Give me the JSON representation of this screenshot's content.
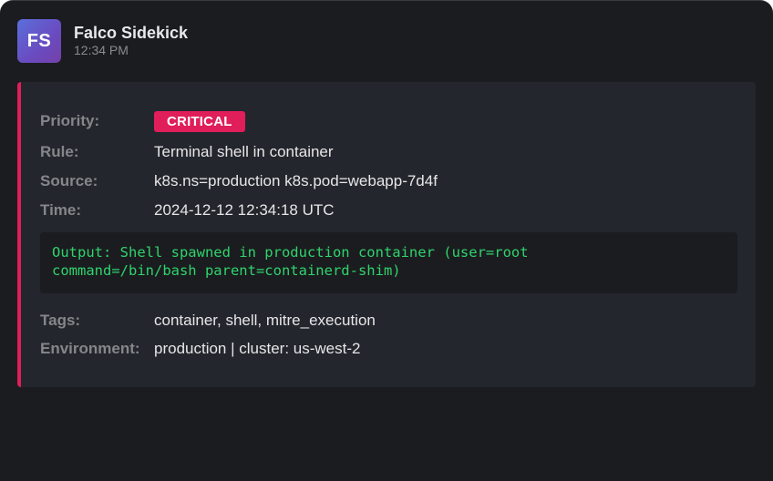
{
  "message": {
    "avatar_initials": "FS",
    "sender": "Falco Sidekick",
    "timestamp": "12:34 PM"
  },
  "alert": {
    "accent_color": "#e01e5a",
    "fields": {
      "priority": {
        "label": "Priority:",
        "value": "CRITICAL"
      },
      "rule": {
        "label": "Rule:",
        "value": "Terminal shell in container"
      },
      "source": {
        "label": "Source:",
        "value": "k8s.ns=production k8s.pod=webapp-7d4f"
      },
      "time": {
        "label": "Time:",
        "value": "2024-12-12 12:34:18 UTC"
      },
      "tags": {
        "label": "Tags:",
        "value": "container, shell, mitre_execution"
      },
      "environment": {
        "label": "Environment:",
        "value": "production | cluster: us-west-2"
      }
    },
    "output": "Output: Shell spawned in production container (user=root\ncommand=/bin/bash parent=containerd-shim)",
    "output_color": "#2fd46b"
  }
}
